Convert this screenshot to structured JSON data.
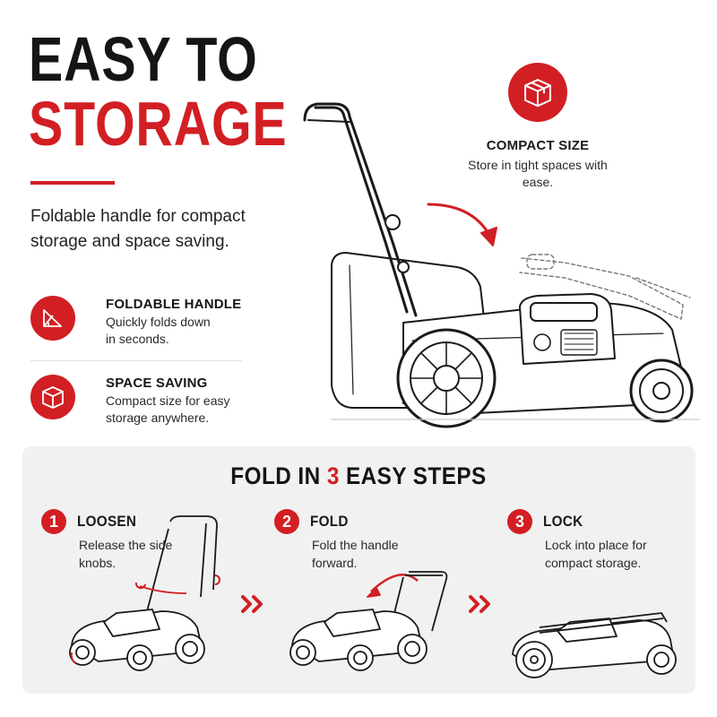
{
  "headline": {
    "line1": "EASY TO",
    "line2": "STORAGE"
  },
  "lede": "Foldable handle for compact storage and space saving.",
  "features": [
    {
      "title": "FOLDABLE HANDLE",
      "desc": "Quickly folds down in seconds.",
      "icon": "folding-triangle-icon"
    },
    {
      "title": "SPACE SAVING",
      "desc": "Compact size for easy storage anywhere.",
      "icon": "box-icon"
    }
  ],
  "compact": {
    "title": "COMPACT SIZE",
    "desc": "Store in tight spaces with ease.",
    "icon": "box-icon"
  },
  "steps_section": {
    "title_pre": "FOLD IN ",
    "title_num": "3",
    "title_post": " EASY STEPS"
  },
  "steps": [
    {
      "number": "1",
      "title": "LOOSEN",
      "desc": "Release the side knobs."
    },
    {
      "number": "2",
      "title": "FOLD",
      "desc": "Fold the handle forward."
    },
    {
      "number": "3",
      "title": "LOCK",
      "desc": "Lock into place for compact storage."
    }
  ],
  "colors": {
    "accent": "#d21f24",
    "text": "#151515",
    "panel": "#f1f1f1"
  }
}
